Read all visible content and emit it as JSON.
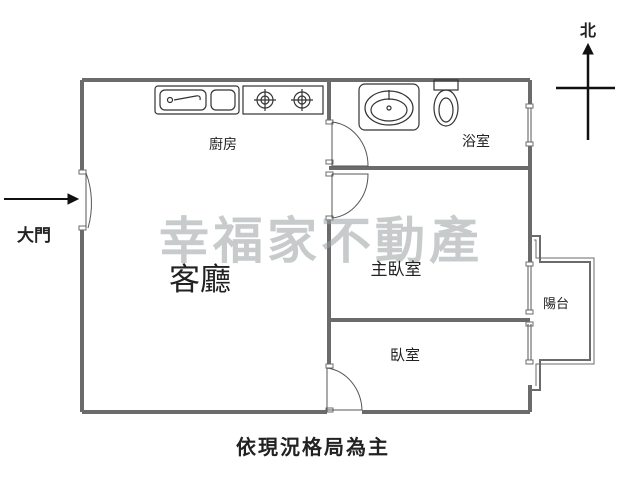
{
  "compass": {
    "north_label": "北"
  },
  "entrance": {
    "label": "大門"
  },
  "rooms": {
    "kitchen": "廚房",
    "bathroom": "浴室",
    "master_bedroom": "主臥室",
    "living_room": "客廳",
    "bedroom": "臥室",
    "balcony": "陽台"
  },
  "watermark": "幸福家不動產",
  "caption": "依現況格局為主",
  "colors": {
    "wall": "#6b6b6b",
    "watermark": "#9aa1a4",
    "line": "#222222"
  }
}
